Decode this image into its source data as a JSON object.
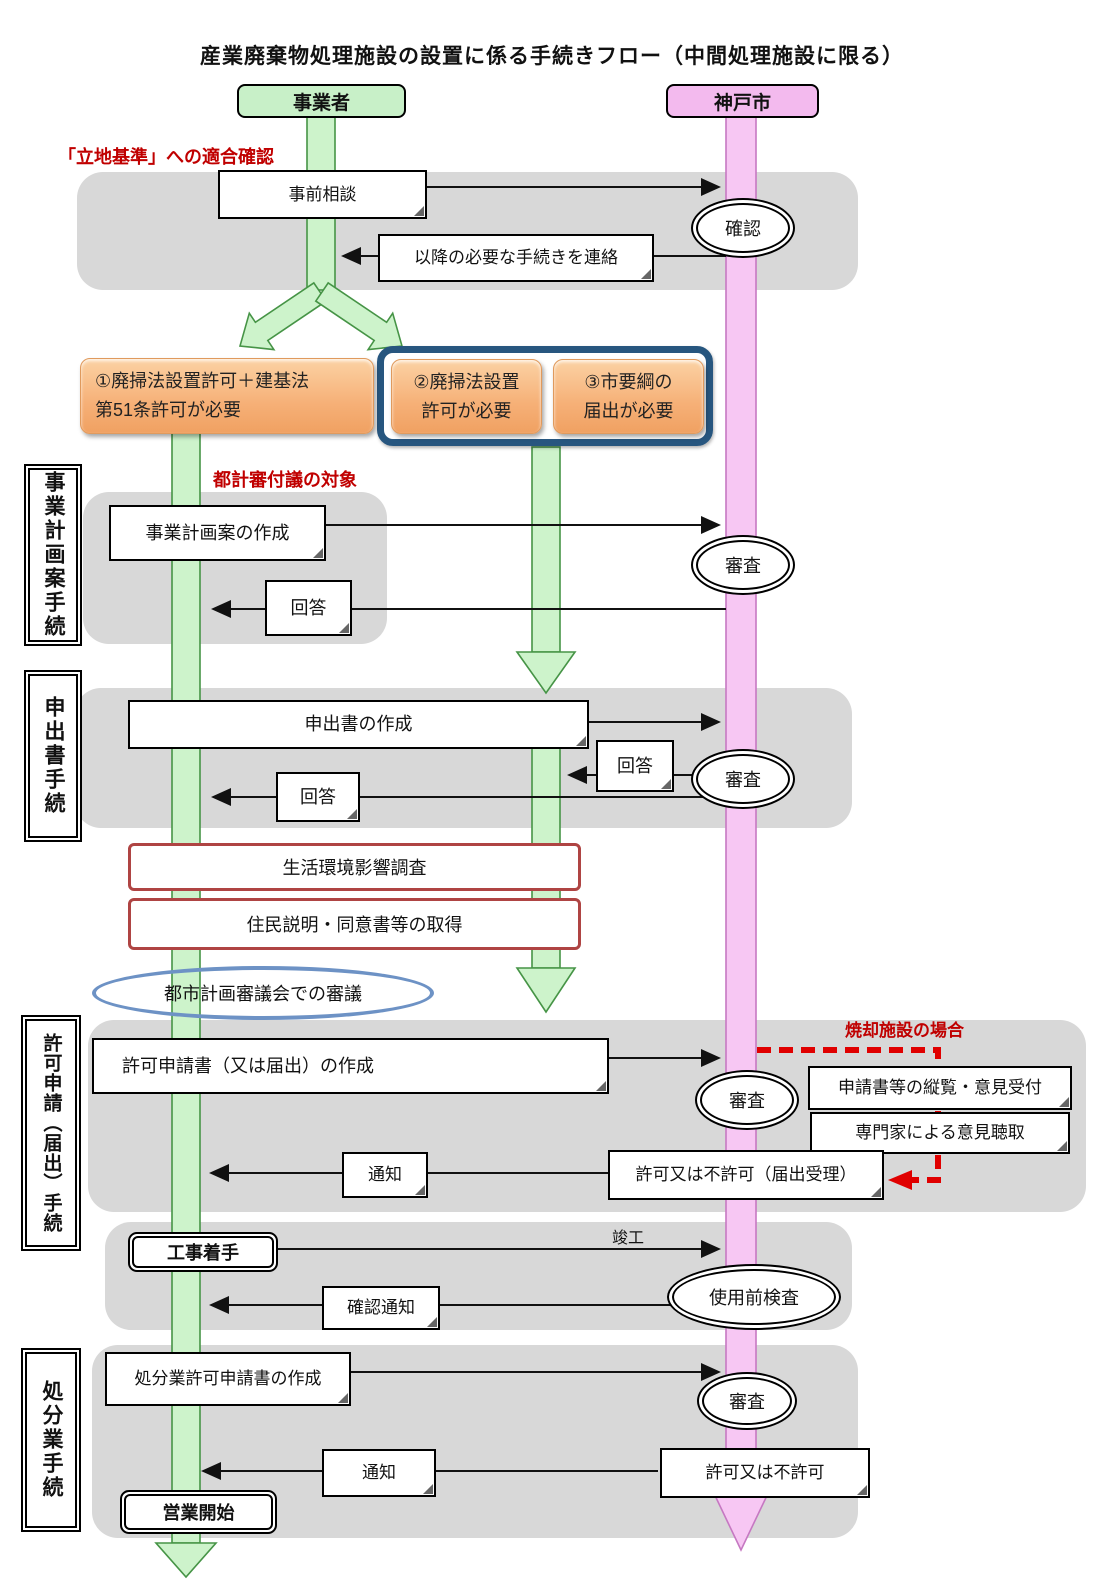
{
  "title": "産業廃棄物処理施設の設置に係る手続きフロー（中間処理施設に限る）",
  "lanes": {
    "business": "事業者",
    "city": "神戸市"
  },
  "notes": {
    "siting_check": "「立地基準」への適合確認",
    "tokei_target": "都計審付議の対象",
    "incinerator_case": "焼却施設の場合",
    "completion": "竣工"
  },
  "branch_options": {
    "opt1": {
      "line1": "①廃掃法設置許可＋建基法",
      "line2": "第51条許可が必要"
    },
    "opt2": {
      "line1": "②廃掃法設置",
      "line2": "許可が必要"
    },
    "opt3": {
      "line1": "③市要綱の",
      "line2": "届出が必要"
    }
  },
  "pre_consult": {
    "consult": "事前相談",
    "reply": "以降の必要な手続きを連絡",
    "check": "確認"
  },
  "business_plan": {
    "label": "事業計画案手続",
    "create": "事業計画案の作成",
    "answer": "回答",
    "review": "審査"
  },
  "proposal": {
    "label": "申出書手続",
    "create": "申出書の作成",
    "answer_right": "回答",
    "answer_left": "回答",
    "review": "審査"
  },
  "assessment": {
    "survey": "生活環境影響調査",
    "residents": "住民説明・同意書等の取得",
    "council": "都市計画審議会での審議"
  },
  "application": {
    "label": "許可申請（届出）手続",
    "create": "許可申請書（又は届出）の作成",
    "notice": "通知",
    "review": "審査",
    "public_inspection": "申請書等の縦覧・意見受付",
    "expert_hearing": "専門家による意見聴取",
    "decision": "許可又は不許可（届出受理）"
  },
  "construction": {
    "start": "工事着手",
    "confirm_notice": "確認通知",
    "pre_use_inspection": "使用前検査"
  },
  "disposal": {
    "label": "処分業手続",
    "create": "処分業許可申請書の作成",
    "notice": "通知",
    "decision": "許可又は不許可",
    "review": "審査",
    "open": "営業開始"
  },
  "colors": {
    "lane_green": "#cdf3cb",
    "lane_pink": "#f7c7f3",
    "section_gray": "#d8d8d8",
    "accent_red": "#c00000",
    "dash_red": "#e00000",
    "option_orange": "#f6b077",
    "frame_blue": "#27567f",
    "assessment_border_red": "#af4443",
    "council_blue": "#6d92c5"
  }
}
